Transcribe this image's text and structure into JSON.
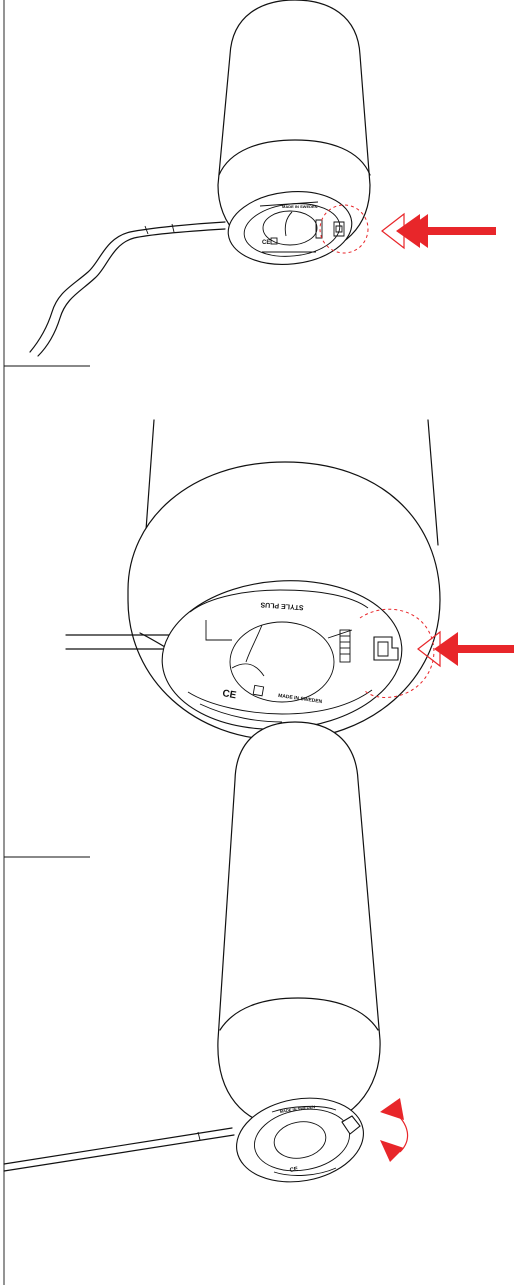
{
  "figure": {
    "panels": [
      {
        "id": "panel-1",
        "step": "locate-latch"
      },
      {
        "id": "panel-2",
        "step": "press-latch-closeup"
      },
      {
        "id": "panel-3",
        "step": "rotate-base"
      }
    ],
    "base_markings": {
      "made_in": "MADE IN SWEDEN",
      "model": "STYLE PLUS",
      "ce": "CE"
    },
    "colors": {
      "arrow": "#e8262a",
      "line": "#111111",
      "background": "#ffffff"
    },
    "icons": {
      "push_arrow": "double-chevron-left-arrow",
      "rotate_arrow": "curved-double-arrow"
    }
  }
}
